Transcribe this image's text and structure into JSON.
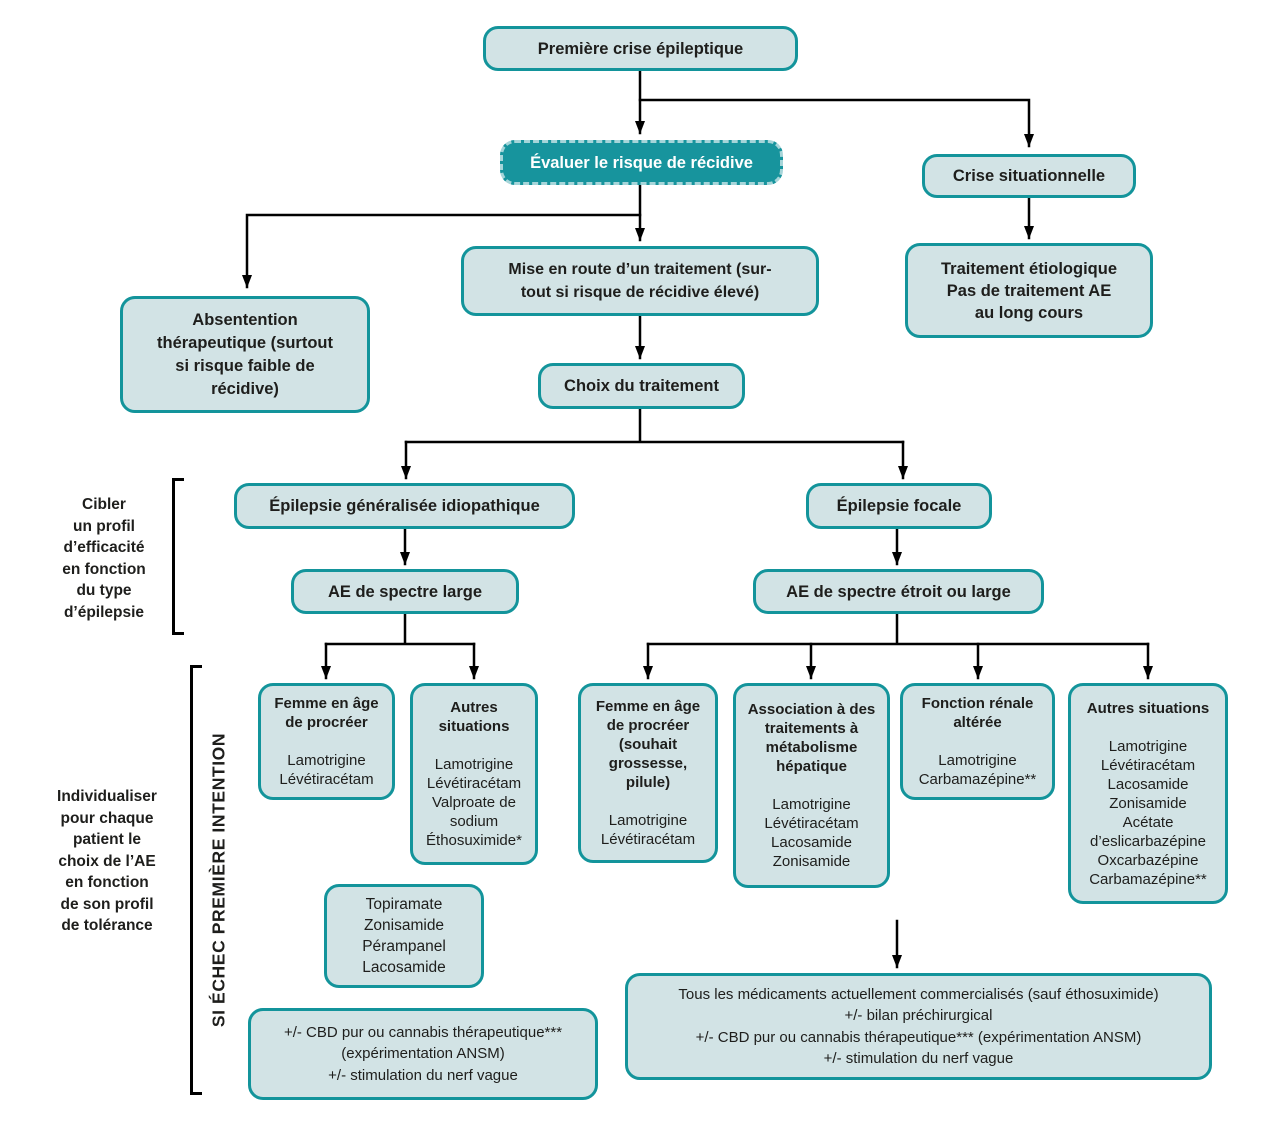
{
  "palette": {
    "box_fill": "#d2e3e5",
    "box_border": "#13949b",
    "dark_box_fill": "#17949d",
    "dark_box_dash": "#a6d5d9",
    "text": "#1e1e1c",
    "arrow": "#000000"
  },
  "side_labels": {
    "efficacy": {
      "lines": [
        "Cibler",
        "un profil",
        "d’efficacité",
        "en fonction",
        "du type",
        "d’épilepsie"
      ]
    },
    "tolerance": {
      "lines": [
        "Individualiser",
        "pour chaque",
        "patient le",
        "choix de l’AE",
        "en fonction",
        "de son profil",
        "de tolérance"
      ]
    },
    "vertical": "SI ÉCHEC PREMIÈRE INTENTION"
  },
  "nodes": {
    "premiere": {
      "label": "Première crise épileptique"
    },
    "evaluer": {
      "label": "Évaluer le risque de récidive"
    },
    "crise_situationnelle": {
      "label": "Crise situationnelle"
    },
    "traitement_etiologique": {
      "lines": [
        "Traitement étiologique",
        "Pas de traitement AE",
        "au long cours"
      ]
    },
    "abstention": {
      "lines": [
        "Absentention",
        "thérapeutique (surtout",
        "si risque faible de",
        "récidive)"
      ]
    },
    "mise_en_route": {
      "lines": [
        "Mise en route d’un traitement (sur-",
        "tout si risque de récidive élevé)"
      ]
    },
    "choix": {
      "label": "Choix du traitement"
    },
    "epilepsie_generalisee": {
      "label": "Épilepsie généralisée idiopathique"
    },
    "epilepsie_focale": {
      "label": "Épilepsie focale"
    },
    "ae_spectre_large": {
      "label": "AE de spectre large"
    },
    "ae_spectre_etroit": {
      "label": "AE de spectre étroit ou large"
    },
    "femme_procreer": {
      "title": "Femme en âge de procréer",
      "items": [
        "Lamotrigine",
        "Lévétiracétam"
      ]
    },
    "autres_situations_gauche": {
      "title": "Autres situations",
      "items": [
        "Lamotrigine",
        "Lévétiracétam",
        "Valproate de sodium",
        "Éthosuximide*"
      ]
    },
    "femme_procreer_focale": {
      "title": "Femme en âge de procréer (souhait grossesse, pilule)",
      "items": [
        "Lamotrigine",
        "Lévétiracétam"
      ]
    },
    "association_metabolisme": {
      "title": "Association à des traitements à métabolisme hépatique",
      "items": [
        "Lamotrigine",
        "Lévétiracétam",
        "Lacosamide",
        "Zonisamide"
      ]
    },
    "fonction_renale": {
      "title": "Fonction rénale altérée",
      "items": [
        "Lamotrigine",
        "Carbamazépine**"
      ]
    },
    "autres_situations_droite": {
      "title": "Autres situations",
      "items": [
        "Lamotrigine",
        "Lévétiracétam",
        "Lacosamide",
        "Zonisamide",
        "Acétate d’eslicarbazépine",
        "Oxcarbazépine",
        "Carbamazépine**"
      ]
    },
    "echec_generalisee": {
      "items": [
        "Topiramate",
        "Zonisamide",
        "Pérampanel",
        "Lacosamide"
      ]
    },
    "cbd_gauche": {
      "lines": [
        "+/- CBD pur ou cannabis thérapeutique***",
        "(expérimentation ANSM)",
        "+/- stimulation du nerf vague"
      ]
    },
    "echec_focale": {
      "lines": [
        "Tous les médicaments actuellement commercialisés (sauf éthosuximide)",
        "+/- bilan préchirurgical",
        "+/- CBD pur ou cannabis thérapeutique*** (expérimentation ANSM)",
        "+/- stimulation du nerf vague"
      ]
    }
  }
}
